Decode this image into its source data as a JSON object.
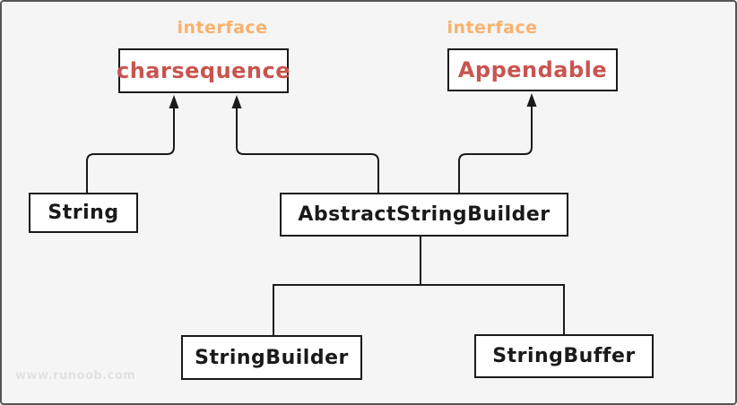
{
  "diagram": {
    "title_implied": "Java String class hierarchy",
    "watermark": "www.runoob.com",
    "stereotypes": {
      "left": "interface",
      "right": "interface"
    },
    "nodes": {
      "charsequence": {
        "label": "charsequence",
        "kind": "interface"
      },
      "appendable": {
        "label": "Appendable",
        "kind": "interface"
      },
      "string": {
        "label": "String",
        "kind": "class"
      },
      "abstract_string_builder": {
        "label": "AbstractStringBuilder",
        "kind": "class"
      },
      "string_builder": {
        "label": "StringBuilder",
        "kind": "class"
      },
      "string_buffer": {
        "label": "StringBuffer",
        "kind": "class"
      }
    },
    "edges": [
      {
        "from": "String",
        "to": "charsequence",
        "style": "arrow-up"
      },
      {
        "from": "AbstractStringBuilder",
        "to": "charsequence",
        "style": "arrow-up"
      },
      {
        "from": "AbstractStringBuilder",
        "to": "Appendable",
        "style": "arrow-up"
      },
      {
        "from": "AbstractStringBuilder",
        "to": "StringBuilder",
        "style": "plain-line"
      },
      {
        "from": "AbstractStringBuilder",
        "to": "StringBuffer",
        "style": "plain-line"
      }
    ],
    "colors": {
      "background": "#f5f5f5",
      "frame_border": "#555555",
      "box_border": "#1a1a1a",
      "box_fill": "#ffffff",
      "stereotype_text": "#f9b16d",
      "interface_name_text": "#c9544f",
      "class_name_text": "#1a1a1a",
      "line": "#1a1a1a",
      "watermark": "#e2e2e2"
    }
  }
}
